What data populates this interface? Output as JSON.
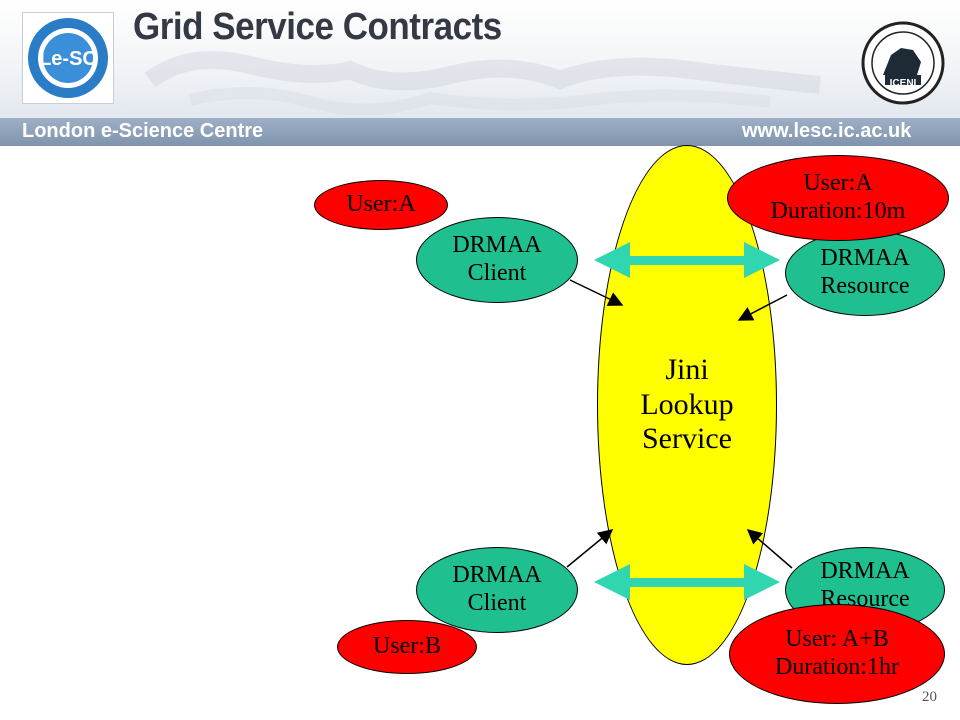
{
  "slide": {
    "title": "Grid Service Contracts",
    "footer_left": "London e-Science Centre",
    "footer_right": "www.lesc.ic.ac.uk",
    "page_number": "20"
  },
  "logos": {
    "left_icon": "le-sc-logo-icon",
    "right_icon": "iceni-logo-icon"
  },
  "diagram": {
    "lookup_service": "Jini\nLookup\nService",
    "top_client": "DRMAA\nClient",
    "top_client_tag": "User:A",
    "top_resource": "DRMAA\nResource",
    "top_resource_tag": "User:A\nDuration:10m",
    "bottom_client": "DRMAA\nClient",
    "bottom_client_tag": "User:B",
    "bottom_resource": "DRMAA\nResource",
    "bottom_resource_tag": "User: A+B\nDuration:1hr",
    "colors": {
      "lookup": "#ffff00",
      "drmaa": "#1fbf8f",
      "tag": "#ff0000",
      "double_arrow": "#2fd6b0"
    }
  }
}
